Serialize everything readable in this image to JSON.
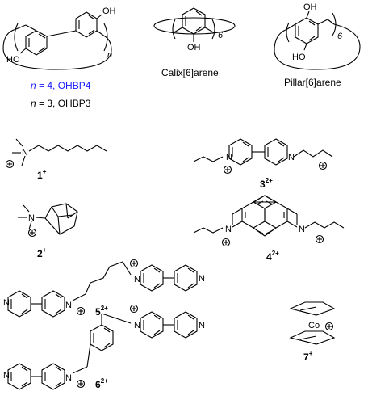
{
  "labels": {
    "oh": "OH",
    "ho": "HO",
    "n_atom": "N",
    "co_atom": "Co",
    "repeat_n": "n",
    "repeat_6": "6",
    "calix_name": "Calix[6]arene",
    "pillar_name": "Pillar[6]arene",
    "n4_italic": "n",
    "n4_rest": " = 4, OHBP4",
    "n3_italic": "n",
    "n3_rest": " = 3, OHBP3"
  },
  "compounds": [
    {
      "number": "1",
      "charge": "+"
    },
    {
      "number": "2",
      "charge": "+"
    },
    {
      "number": "3",
      "charge": "2+"
    },
    {
      "number": "4",
      "charge": "2+"
    },
    {
      "number": "5",
      "charge": "2+"
    },
    {
      "number": "6",
      "charge": "2+"
    },
    {
      "number": "7",
      "charge": "+"
    }
  ],
  "colors": {
    "ink": "#000000",
    "highlight": "#1a1aff"
  }
}
